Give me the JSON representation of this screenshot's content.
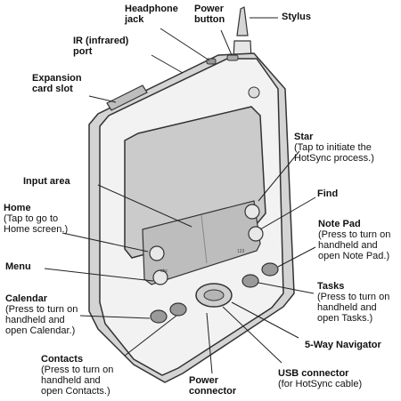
{
  "labels": {
    "headphone_jack": {
      "title": "Headphone\njack"
    },
    "power_button": {
      "title": "Power\nbutton"
    },
    "stylus": {
      "title": "Stylus"
    },
    "ir_port": {
      "title": "IR (infrared)\nport"
    },
    "expansion_slot": {
      "title": "Expansion\ncard slot"
    },
    "star": {
      "title": "Star",
      "desc": "(Tap to initiate the\nHotSync process.)"
    },
    "input_area": {
      "title": "Input area"
    },
    "find": {
      "title": "Find"
    },
    "home": {
      "title": "Home",
      "desc": "(Tap to go to\nHome screen.)"
    },
    "note_pad": {
      "title": "Note Pad",
      "desc": "(Press to turn on\nhandheld and\nopen Note Pad.)"
    },
    "menu": {
      "title": "Menu"
    },
    "tasks": {
      "title": "Tasks",
      "desc": "(Press to turn on\nhandheld and\nopen Tasks.)"
    },
    "calendar": {
      "title": "Calendar",
      "desc": "(Press to turn on\nhandheld and\nopen Calendar.)"
    },
    "navigator": {
      "title": "5-Way Navigator"
    },
    "contacts": {
      "title": "Contacts",
      "desc": "(Press to turn on\nhandheld and\nopen Contacts.)"
    },
    "power_connector": {
      "title": "Power\nconnector"
    },
    "usb_connector": {
      "title": "USB connector",
      "desc": "(for HotSync cable)"
    }
  },
  "device_marks": {
    "abc": "abc",
    "num": "123"
  },
  "colors": {
    "body_light": "#f4f4f4",
    "body_mid": "#d9d9d9",
    "screen": "#c9c9c9",
    "outline": "#333333",
    "leader": "#222222"
  }
}
